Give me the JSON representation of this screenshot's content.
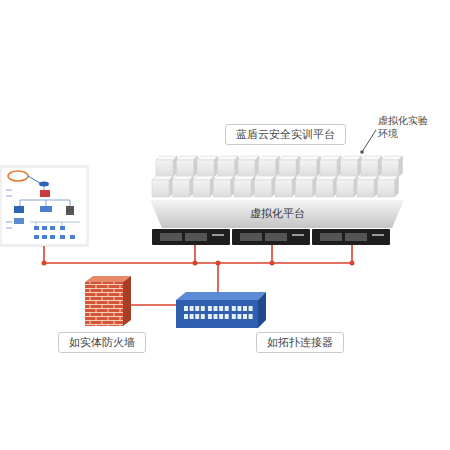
{
  "diagram": {
    "nodes": [
      {
        "text": [
          "蓝盾云安全实训平台"
        ]
      },
      {
        "text": [
          "虚拟化平台"
        ]
      },
      {
        "text": [
          "如实体防火墙"
        ]
      },
      {
        "text": [
          "如拓扑连接器"
        ]
      }
    ],
    "labels": [
      "虚拟化实验环境"
    ]
  }
}
